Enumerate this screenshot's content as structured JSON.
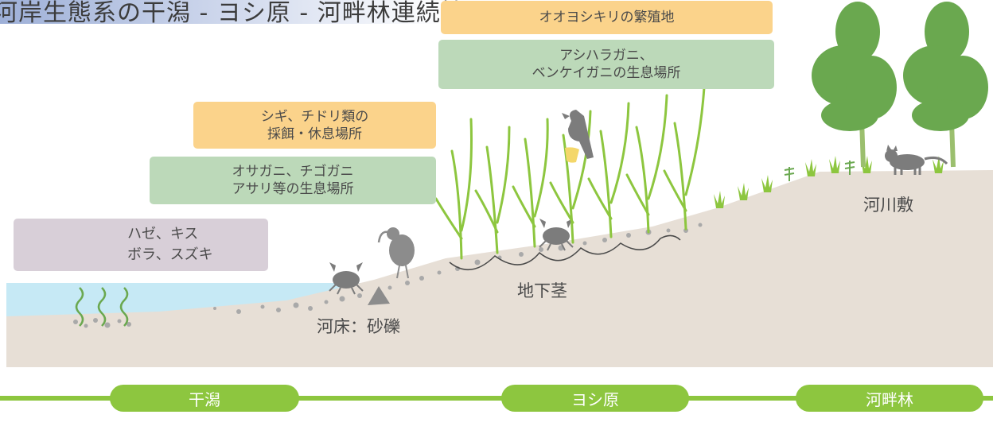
{
  "title": "河岸生態系の干潟 - ヨシ原 - 河畔林連続性",
  "labels": {
    "bed": "河床：砂礫",
    "rhizome": "地下茎",
    "floodplain": "河川敷"
  },
  "boxes": {
    "breeding": "オオヨシキリの繁殖地",
    "reed_crab_1": "アシハラガニ、",
    "reed_crab_2": "ベンケイガニの生息場所",
    "birds_1": "シギ、チドリ類の",
    "birds_2": "採餌・休息場所",
    "tidal_crab_1": "オサガニ、チゴガニ",
    "tidal_crab_2": "アサリ等の生息場所",
    "fish_1": "ハゼ、キス",
    "fish_2": "ボラ、スズキ"
  },
  "zones": [
    "干潟",
    "ヨシ原",
    "河畔林"
  ],
  "colors": {
    "orange": "#fbd38b",
    "green": "#bcd9b9",
    "purple": "#d8cfd8",
    "ground": "#e7dfd6",
    "water": "#c6e9f5",
    "zone": "#8dc63f",
    "reed": "#8dc63f",
    "tree": "#6aa84f",
    "animal": "#8c8c8c"
  },
  "icons": [
    "fish-icon",
    "seaweed-icon",
    "crab-icon",
    "curlew-icon",
    "shell-icon",
    "reed-icon",
    "warbler-icon",
    "cat-icon",
    "tree-icon",
    "grass-icon"
  ]
}
